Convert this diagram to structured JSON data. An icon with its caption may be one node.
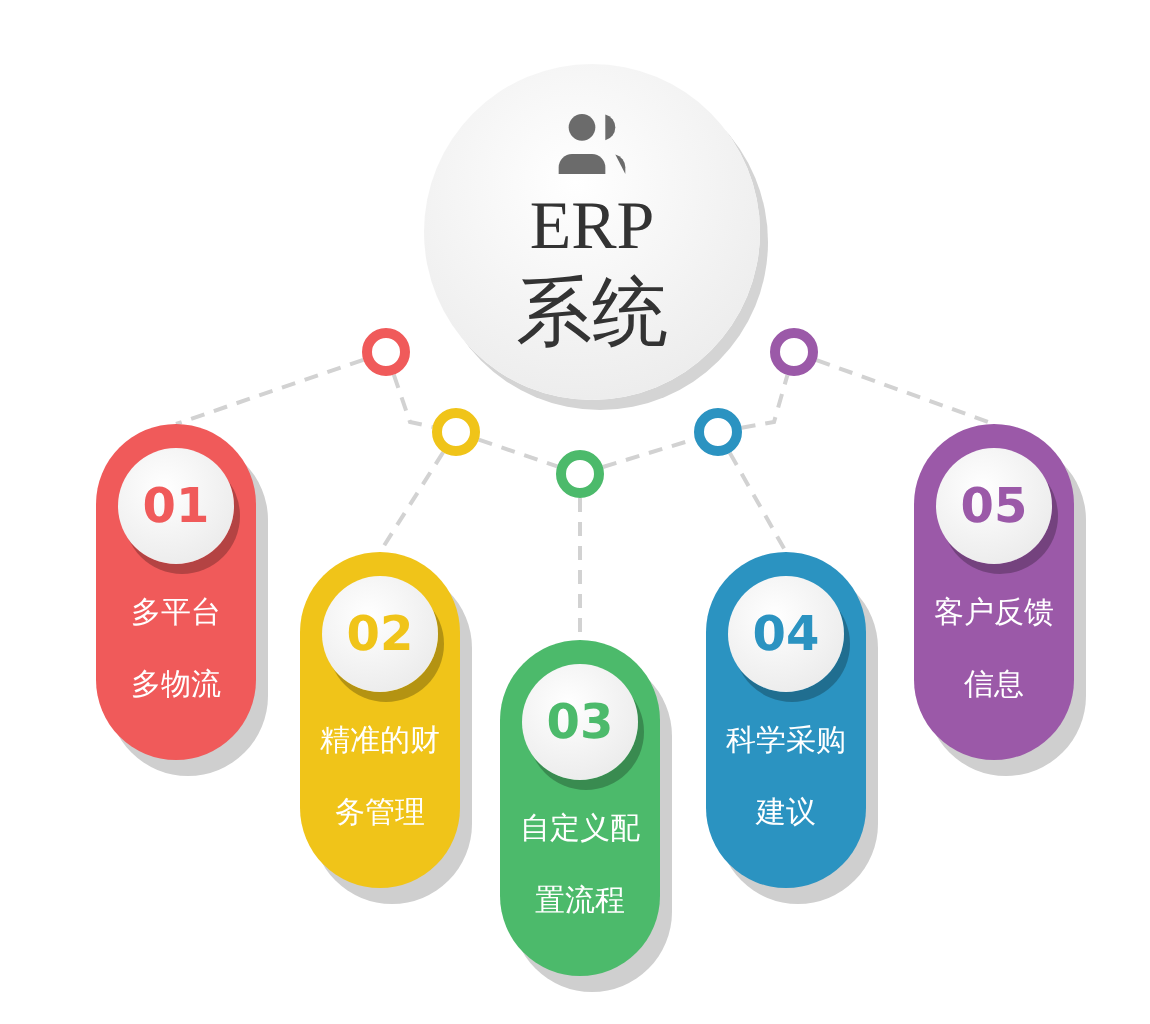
{
  "diagram": {
    "nodes": [
      {
        "text": [
          "ERP",
          "系统"
        ]
      },
      {
        "text": [],
        "shape": "circle"
      },
      {
        "text": [],
        "shape": "circle"
      },
      {
        "text": [],
        "shape": "circle"
      },
      {
        "text": [],
        "shape": "circle"
      },
      {
        "text": [],
        "shape": "circle"
      },
      {
        "text": [
          "01",
          "多平台多物流"
        ]
      },
      {
        "text": [
          "02",
          "精准的财务管理"
        ]
      },
      {
        "text": [
          "03",
          "自定义配置流程"
        ]
      },
      {
        "text": [
          "04",
          "科学采购建议"
        ]
      },
      {
        "text": [
          "05",
          "客户反馈信息"
        ]
      }
    ],
    "edges": [
      {
        "from": 1,
        "to": 2,
        "arrow": "none",
        "style": "dashed"
      },
      {
        "from": 2,
        "to": 3,
        "arrow": "none",
        "style": "dashed"
      },
      {
        "from": 3,
        "to": 4,
        "arrow": "none",
        "style": "dashed"
      },
      {
        "from": 4,
        "to": 5,
        "arrow": "none",
        "style": "dashed"
      },
      {
        "from": 1,
        "to": 6,
        "arrow": "none",
        "style": "dashed"
      },
      {
        "from": 2,
        "to": 7,
        "arrow": "none",
        "style": "dashed"
      },
      {
        "from": 3,
        "to": 8,
        "arrow": "none",
        "style": "dashed"
      },
      {
        "from": 4,
        "to": 9,
        "arrow": "none",
        "style": "dashed"
      },
      {
        "from": 5,
        "to": 10,
        "arrow": "none",
        "style": "dashed"
      }
    ]
  }
}
